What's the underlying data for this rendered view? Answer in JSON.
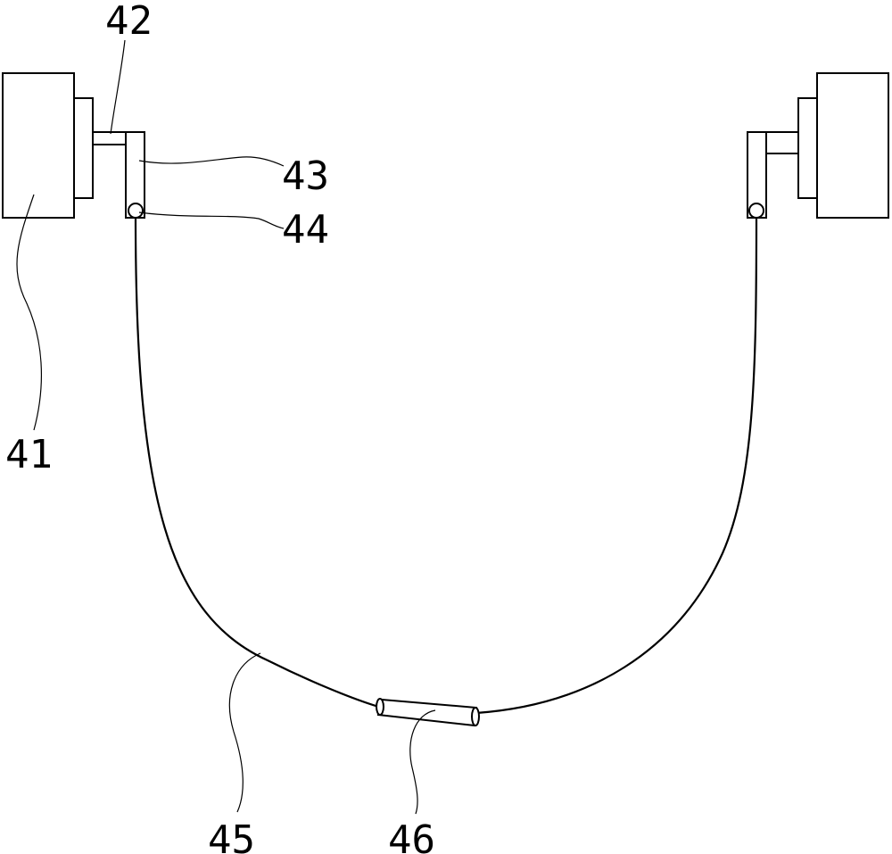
{
  "labels": {
    "motor": "41",
    "shaft": "42",
    "arm": "43",
    "pin": "44",
    "cable": "45",
    "sleeve": "46"
  },
  "colors": {
    "line": "#000000",
    "background": "#ffffff"
  }
}
